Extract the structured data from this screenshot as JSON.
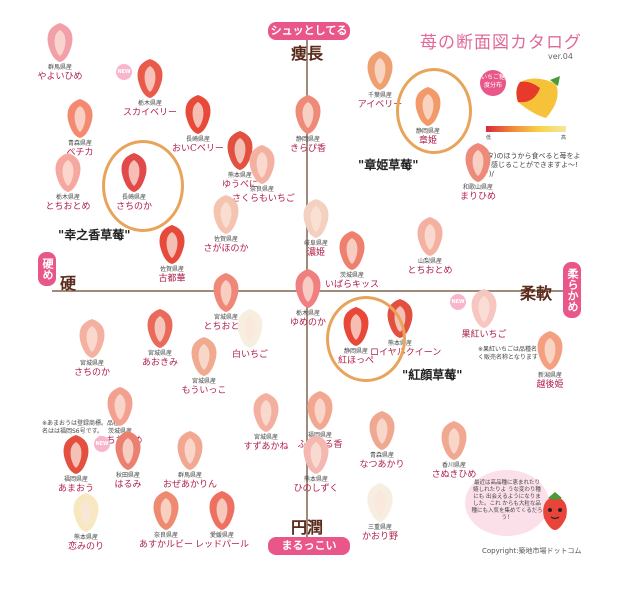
{
  "title": "苺の断面図カタログ",
  "version": "ver.04",
  "axes": {
    "top_pill": "シュッとしてる",
    "top_word": "痩長",
    "bottom_pill": "まるっこい",
    "bottom_word": "円潤",
    "left_tab": "硬め",
    "left_word": "硬",
    "right_tab": "柔らかめ",
    "right_word": "柔軟"
  },
  "legend": {
    "badge": "いちご糖度分布",
    "low": "低",
    "high": "高",
    "note": "萼(ヘタ)のほうから食べると苺をより甘く感じることができますよ～!(^o^)/"
  },
  "callouts": {
    "akihime": "\"章姫草莓\"",
    "sachinoka": "\"幸之香草莓\"",
    "benihoppe": "\"紅顔草莓\""
  },
  "notes": {
    "amaou": "※あまおうは登録商標。品種名はは福岡S6号です。",
    "kaorino": "※果紅いちごは品種名ではなく販売名称となります"
  },
  "bubble": "最近は高品種に恵まれたり 嬉しれたりよ うな変わり種にも 出会えるようになりました。これ からも大粒な品種にも入気を集めてくるだろう！",
  "copyright": "Copyright:築地市場ドットコム",
  "strawberries": [
    {
      "pref": "群馬県産",
      "name": "やよいひめ",
      "color": "#f1a0a8",
      "new": false
    },
    {
      "pref": "栃木県産",
      "name": "スカイベリー",
      "color": "#ea5a4a",
      "new": true
    },
    {
      "pref": "長崎県産",
      "name": "おいCベリー",
      "color": "#e84a3a",
      "new": false
    },
    {
      "pref": "青森県産",
      "name": "ペチカ",
      "color": "#f38a70",
      "new": false
    },
    {
      "pref": "熊本県産",
      "name": "ゆうべに",
      "color": "#e2503f",
      "new": false
    },
    {
      "pref": "静岡県産",
      "name": "きらぴ香",
      "color": "#f08a78",
      "new": false
    },
    {
      "pref": "千葉県産",
      "name": "アイベリー",
      "color": "#f0a070",
      "new": false
    },
    {
      "pref": "静岡県産",
      "name": "章姫",
      "color": "#f29a6a",
      "new": false
    },
    {
      "pref": "和歌山県産",
      "name": "まりひめ",
      "color": "#ee8a7a",
      "new": false
    },
    {
      "pref": "栃木県産",
      "name": "とちおとめ",
      "color": "#f6a8a0",
      "new": false
    },
    {
      "pref": "長崎県産",
      "name": "さちのか",
      "color": "#e24a4a",
      "new": false
    },
    {
      "pref": "奈良県産",
      "name": "さくらもいちご",
      "color": "#f4b0a0",
      "new": false
    },
    {
      "pref": "佐賀県産",
      "name": "さがほのか",
      "color": "#f4c4b0",
      "new": false
    },
    {
      "pref": "佐賀県産",
      "name": "古都華",
      "color": "#e64a3a",
      "new": false
    },
    {
      "pref": "岐阜県産",
      "name": "濃姫",
      "color": "#f4d0c0",
      "new": false
    },
    {
      "pref": "宮城県産",
      "name": "とちおとめ",
      "color": "#ef8878",
      "new": false
    },
    {
      "pref": "茨城県産",
      "name": "いばらキッス",
      "color": "#ee8070",
      "new": false
    },
    {
      "pref": "山梨県産",
      "name": "とちおとめ",
      "color": "#f4b0a0",
      "new": false
    },
    {
      "pref": "栃木県産",
      "name": "ゆめのか",
      "color": "#f08080",
      "new": false
    },
    {
      "pref": "熊本県産",
      "name": "ロイヤルクイーン",
      "color": "#e45040",
      "new": false
    },
    {
      "pref": "静岡県産",
      "name": "紅ほっぺ",
      "color": "#e84838",
      "new": false
    },
    {
      "pref": "",
      "name": "果紅いちご",
      "color": "#f8c6c0",
      "new": true
    },
    {
      "pref": "新潟県産",
      "name": "越後姫",
      "color": "#f4a080",
      "new": false
    },
    {
      "pref": "宮城県産",
      "name": "もういっこ",
      "color": "#f0aa90",
      "new": false
    },
    {
      "pref": "宮城県産",
      "name": "あおきみ",
      "color": "#e96a5a",
      "new": false
    },
    {
      "pref": "",
      "name": "白いちご",
      "color": "#f6efe0",
      "new": false
    },
    {
      "pref": "宮城県産",
      "name": "すずあかね",
      "color": "#f3b0a0",
      "new": false
    },
    {
      "pref": "福岡県産",
      "name": "ふくはる香",
      "color": "#f2a890",
      "new": false
    },
    {
      "pref": "青森県産",
      "name": "なつあかり",
      "color": "#f0a890",
      "new": false
    },
    {
      "pref": "香川県産",
      "name": "さぬきひめ",
      "color": "#f0a890",
      "new": false
    },
    {
      "pref": "茨城県産",
      "name": "とちおとめ",
      "color": "#f4a090",
      "new": false
    },
    {
      "pref": "秋田県産",
      "name": "はるみ",
      "color": "#ec8070",
      "new": true
    },
    {
      "pref": "群馬県産",
      "name": "おぜあかりん",
      "color": "#f2a890",
      "new": false
    },
    {
      "pref": "熊本県産",
      "name": "ひのしずく",
      "color": "#f4b8b0",
      "new": false
    },
    {
      "pref": "福岡県産",
      "name": "あまおう",
      "color": "#e45040",
      "new": false
    },
    {
      "pref": "熊本県産",
      "name": "恋みのり",
      "color": "#f8e8c0",
      "new": false
    },
    {
      "pref": "奈良県産",
      "name": "あすかルビー",
      "color": "#ee8a70",
      "new": false
    },
    {
      "pref": "愛媛県産",
      "name": "レッドパール",
      "color": "#ee7060",
      "new": false
    },
    {
      "pref": "三重県産",
      "name": "かおり野",
      "color": "#f6eee0",
      "new": false
    },
    {
      "pref": "宮城県産",
      "name": "さちのか",
      "color": "#f4b0a0",
      "new": false
    }
  ]
}
